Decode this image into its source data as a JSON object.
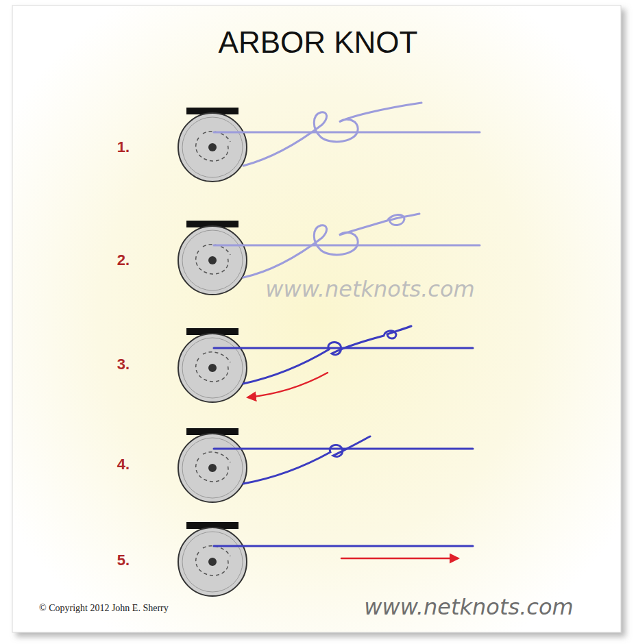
{
  "diagram": {
    "title": "ARBOR KNOT",
    "labels": [
      "1.",
      "2.",
      "3.",
      "4.",
      "5.",
      "www.netknots.com",
      "© Copyright 2012 John E. Sherry",
      "www.netknots.com"
    ]
  }
}
